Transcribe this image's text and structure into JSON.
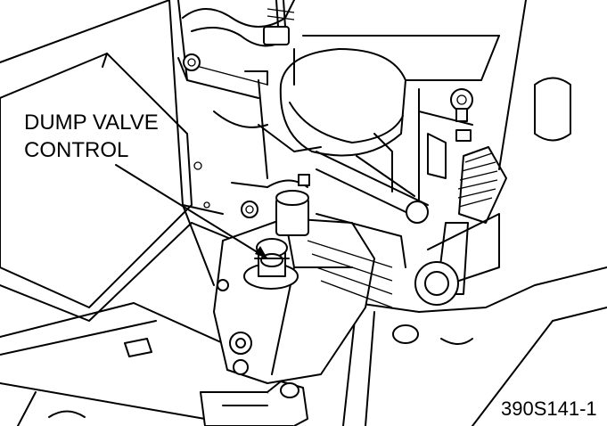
{
  "callout": {
    "line1": "DUMP VALVE",
    "line2": "CONTROL"
  },
  "figure_id": "390S141-1"
}
